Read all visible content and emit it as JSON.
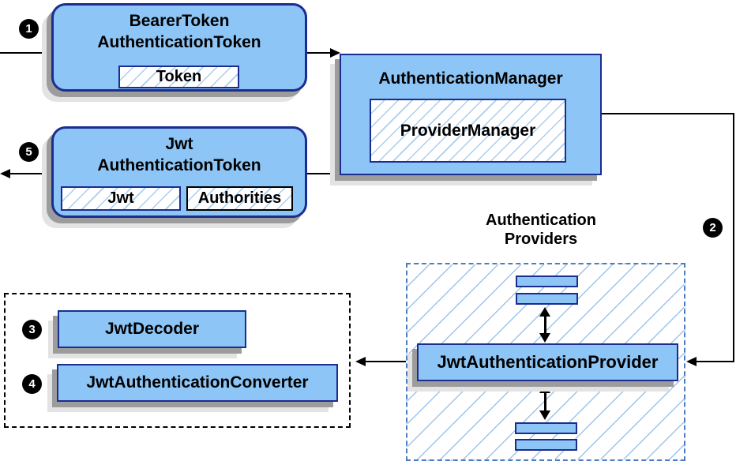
{
  "colors": {
    "node_fill": "#8cc5f6",
    "node_border": "#1b2d8f",
    "hatch_line": "#a9cdf1",
    "providers_dash_border": "#4d7cc0",
    "shadow_dark": "#9c9c9c",
    "shadow_light": "#e3e3e3",
    "connector": "#000000",
    "badge_bg": "#000000",
    "badge_text": "#ffffff"
  },
  "nodes": {
    "bearer_token": {
      "title_line1": "BearerToken",
      "title_line2": "AuthenticationToken",
      "chip": "Token"
    },
    "authentication_manager": {
      "title": "AuthenticationManager",
      "chip": "ProviderManager"
    },
    "jwt_authentication_token": {
      "title_line1": "Jwt",
      "title_line2": "AuthenticationToken",
      "chip_jwt": "Jwt",
      "chip_authorities": "Authorities"
    },
    "authentication_providers": {
      "caption_line1": "Authentication",
      "caption_line2": "Providers"
    },
    "jwt_authentication_provider": {
      "label": "JwtAuthenticationProvider"
    },
    "jwt_decoder": {
      "label": "JwtDecoder"
    },
    "jwt_authentication_converter": {
      "label": "JwtAuthenticationConverter"
    }
  },
  "steps": {
    "step1": "1",
    "step2": "2",
    "step3": "3",
    "step4": "4",
    "step5": "5"
  }
}
